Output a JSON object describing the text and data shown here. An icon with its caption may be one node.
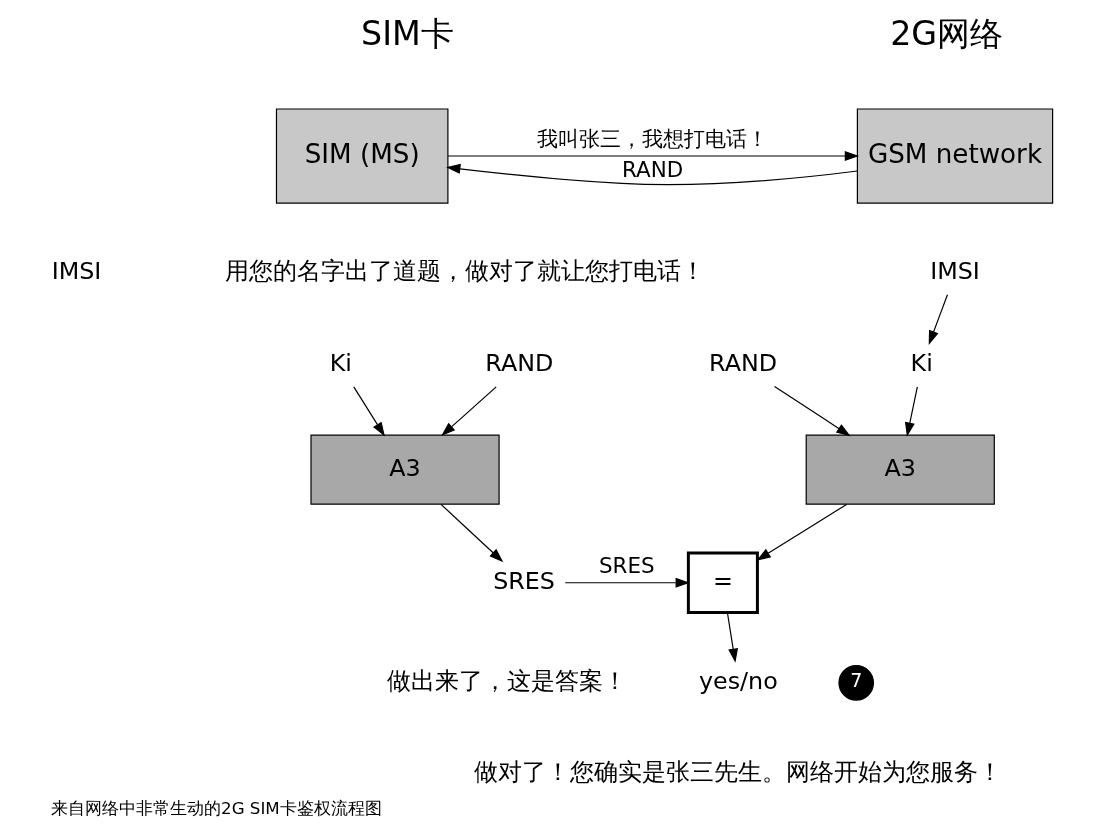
{
  "diagram": {
    "caption": "来自网络中非常生动的2G SIM卡鉴权流程图",
    "nodes": [
      {
        "text": [
          "SIM (MS)"
        ]
      },
      {
        "text": [
          "GSM network"
        ]
      },
      {
        "text": [
          "Ki"
        ]
      },
      {
        "text": [
          "RAND"
        ]
      },
      {
        "text": [
          "A3"
        ]
      },
      {
        "text": [
          "SRES"
        ]
      },
      {
        "text": [
          "IMSI"
        ]
      },
      {
        "text": [
          "Ki"
        ]
      },
      {
        "text": [
          "RAND"
        ]
      },
      {
        "text": [
          "A3"
        ]
      },
      {
        "text": [
          "="
        ]
      },
      {
        "text": [
          "yes/no"
        ]
      }
    ],
    "edges": [
      {
        "from": 0,
        "to": 1,
        "arrow": "to",
        "label": "我叫张三，我想打电话！"
      },
      {
        "from": 1,
        "to": 0,
        "arrow": "to",
        "label": "RAND"
      },
      {
        "from": 2,
        "to": 4,
        "arrow": "to"
      },
      {
        "from": 3,
        "to": 4,
        "arrow": "to"
      },
      {
        "from": 6,
        "to": 7,
        "arrow": "to"
      },
      {
        "from": 8,
        "to": 9,
        "arrow": "to"
      },
      {
        "from": 7,
        "to": 9,
        "arrow": "to"
      },
      {
        "from": 4,
        "to": 5,
        "arrow": "to"
      },
      {
        "from": 5,
        "to": 10,
        "arrow": "to",
        "label": "SRES"
      },
      {
        "from": 9,
        "to": 10,
        "arrow": "to"
      },
      {
        "from": 10,
        "to": 11,
        "arrow": "to"
      }
    ],
    "labels": [
      "SIM卡",
      "2G网络",
      "IMSI",
      "用您的名字出了道题，做对了就让您打电话！",
      "做出来了，这是答案！",
      "做对了！您确实是张三先生。网络开始为您服务！",
      "7"
    ]
  }
}
